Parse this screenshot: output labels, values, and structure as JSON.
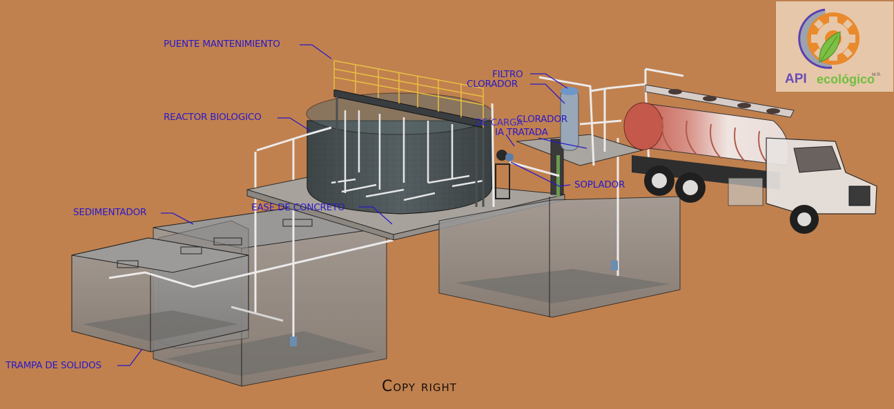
{
  "diagram": {
    "title": "Planta de tratamiento de aguas residuales",
    "colors": {
      "background": "#c0814f",
      "label": "#2a18c8",
      "tank_glass": "#8f8f8f",
      "railing": "#e8c040",
      "tanker": "#c86050"
    },
    "labels": {
      "puente": "PUENTE MANTENIMIENTO",
      "reactor": "REACTOR BIOLOGICO",
      "filtro": "FILTRO",
      "clorador_1": "CLORADOR",
      "clorador_2": "CLORADOR",
      "descarga_1": "DE CARGA",
      "descarga_2": "IA TRATADA",
      "soplador": "SOPLADOR",
      "sedimentador": "SEDIMENTADOR",
      "base": "EASE DE CONCRETO",
      "trampa": "TRAMPA DE SOLIDOS"
    },
    "footer": "Copy right"
  },
  "logo": {
    "brand_primary": "API",
    "brand_secondary": "ecológico",
    "mark": "M.R.",
    "icon": "gear-leaf-icon"
  }
}
